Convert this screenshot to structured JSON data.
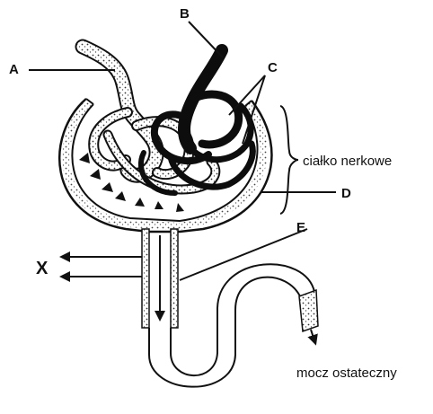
{
  "labels": {
    "a": "A",
    "b": "B",
    "c": "C",
    "d": "D",
    "e": "E",
    "x": "X",
    "renal_corpuscle": "ciałko nerkowe",
    "final_urine": "mocz ostateczny"
  },
  "colors": {
    "line": "#111111",
    "capsule_fill": "#ffffff",
    "vessel_light": "#ffffff",
    "vessel_dark": "#0d0d0d"
  }
}
